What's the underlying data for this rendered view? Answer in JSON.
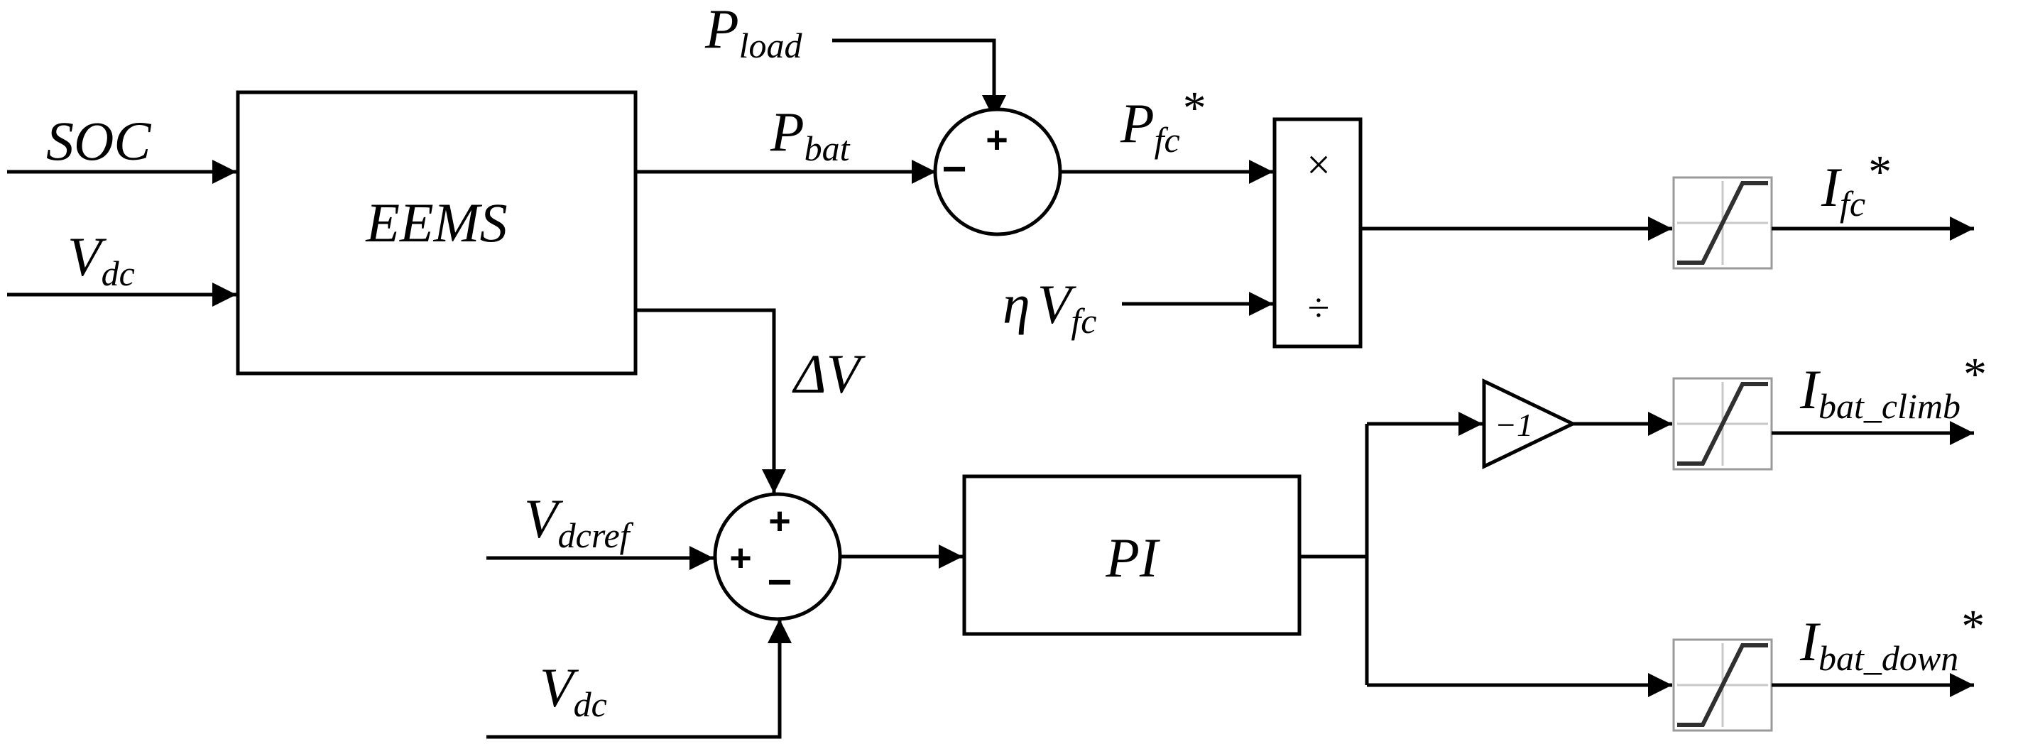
{
  "inputs": {
    "soc": "SOC",
    "vdc_top": "V",
    "vdc_top_sub": "dc",
    "p_load": "P",
    "p_load_sub": "load",
    "eta_vfc_eta": "η",
    "eta_vfc_v": "V",
    "eta_vfc_sub": "fc",
    "vdcref": "V",
    "vdcref_sub": "dcref",
    "vdc_bottom": "V",
    "vdc_bottom_sub": "dc"
  },
  "blocks": {
    "eems": "EEMS",
    "pi": "PI",
    "gain": "−1",
    "multiply": "×",
    "divide": "÷"
  },
  "signals": {
    "p_bat": "P",
    "p_bat_sub": "bat",
    "p_fc": "P",
    "p_fc_sub": "fc",
    "p_fc_star": "*",
    "delta_v": "ΔV"
  },
  "sum1": {
    "top_sign": "+",
    "left_sign": "−"
  },
  "sum2": {
    "top_sign": "+",
    "left_sign": "+",
    "bottom_sign": "−"
  },
  "outputs": {
    "i_fc": "I",
    "i_fc_sub": "fc",
    "i_fc_star": "*",
    "i_bat_climb": "I",
    "i_bat_climb_sub": "bat_climb",
    "i_bat_climb_star": "*",
    "i_bat_down": "I",
    "i_bat_down_sub": "bat_down",
    "i_bat_down_star": "*"
  }
}
